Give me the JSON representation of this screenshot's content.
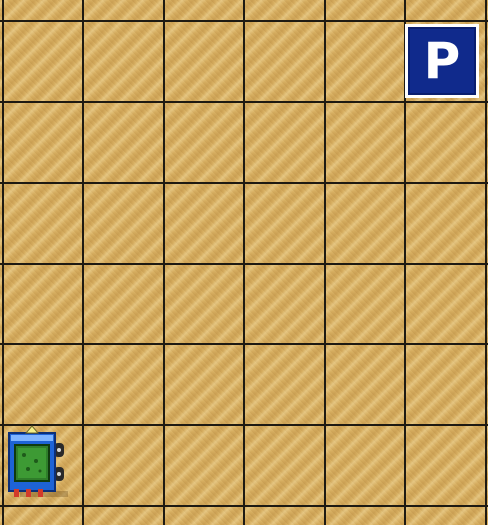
{
  "board": {
    "columns": 6,
    "rows": 6
  },
  "parking": {
    "label": "P",
    "colors": {
      "background": "#102a8c",
      "text": "#ffffff",
      "frame": "#ffffff"
    }
  },
  "robot": {
    "icon": "robot-car-icon",
    "facing": "up",
    "colors": {
      "body": "#1e63d6",
      "screen": "#2f7d2a",
      "wheels": "#2a2a2a"
    }
  },
  "colors": {
    "floor": "#d6ad5f",
    "grid": "#1e1a12"
  }
}
